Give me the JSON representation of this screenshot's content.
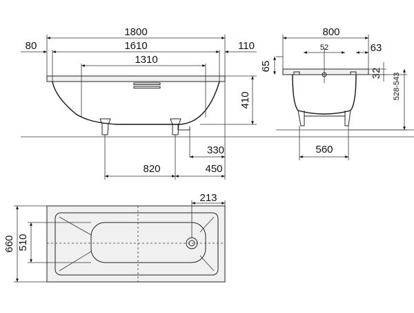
{
  "dimensions": {
    "side_view": {
      "total_length": "1800",
      "inner_length": "1610",
      "bottom_length": "1310",
      "left_rim": "80",
      "right_rim": "110",
      "height": "410",
      "leg_spacing": "820",
      "leg_offset": "450",
      "leg_height": "330"
    },
    "end_view": {
      "width": "800",
      "center": "52",
      "right_offset": "63",
      "rim_height": "65",
      "rim_depth": "32",
      "height_range": "528-543",
      "leg_width": "560"
    },
    "top_view": {
      "outer_width": "660",
      "inner_width": "510",
      "drain_offset": "213"
    }
  }
}
